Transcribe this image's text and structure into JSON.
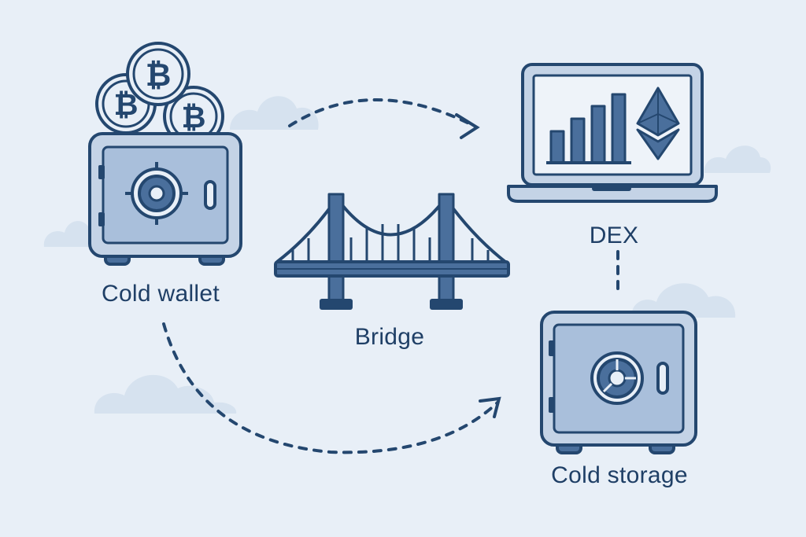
{
  "colors": {
    "background": "#e8eff7",
    "cloud": "#d6e2ef",
    "outline": "#24476f",
    "fill_light": "#c4d3e6",
    "fill_mid": "#a9bfdb",
    "fill_dark": "#4a6f9c",
    "screen": "#eef3f9",
    "text": "#1f3f66"
  },
  "nodes": {
    "cold_wallet": {
      "label": "Cold wallet",
      "icon": "safe-with-bitcoins-icon"
    },
    "bridge": {
      "label": "Bridge",
      "icon": "suspension-bridge-icon"
    },
    "dex": {
      "label": "DEX",
      "icon": "laptop-chart-ethereum-icon"
    },
    "cold_storage": {
      "label": "Cold storage",
      "icon": "safe-icon"
    }
  },
  "connectors": [
    {
      "from": "cold_wallet",
      "to": "dex",
      "style": "dashed-arrow"
    },
    {
      "from": "dex",
      "to": "cold_storage",
      "style": "dashed-line"
    },
    {
      "from": "cold_wallet",
      "to": "cold_storage",
      "style": "dashed-arrow"
    }
  ]
}
